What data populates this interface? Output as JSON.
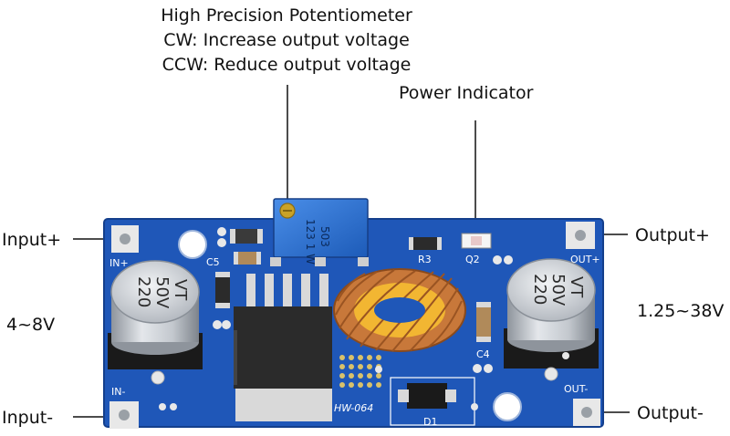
{
  "annotations": {
    "potentiometer": {
      "title": "High Precision Potentiometer",
      "cw": "CW: Increase output voltage",
      "ccw": "CCW: Reduce output voltage"
    },
    "power_indicator": "Power Indicator",
    "input_plus": "Input+",
    "input_minus": "Input-",
    "output_plus": "Output+",
    "output_minus": "Output-",
    "input_range": "4~8V",
    "output_range": "1.25~38V"
  },
  "board": {
    "model": "HW-064",
    "silkscreen": {
      "in_plus": "IN+",
      "in_minus": "IN-",
      "out_plus": "OUT+",
      "out_minus": "OUT-",
      "c5": "C5",
      "c4": "C4",
      "r3": "R3",
      "q2": "Q2",
      "d1": "D1",
      "pot_code_1": "503",
      "pot_code_2": "123 1 W"
    },
    "capacitor": {
      "line1": "220",
      "line2": "50V",
      "line3": "VT"
    }
  },
  "colors": {
    "pcb": "#1f57b8",
    "pcb_dark": "#143f8c",
    "pot_body": "#2d74d8",
    "brass": "#c9a227",
    "copper": "#c8783a",
    "core": "#f2b632",
    "cap_can": "#c8ccd2",
    "ic": "#2b2b2b",
    "pad": "#e8e8e8"
  }
}
